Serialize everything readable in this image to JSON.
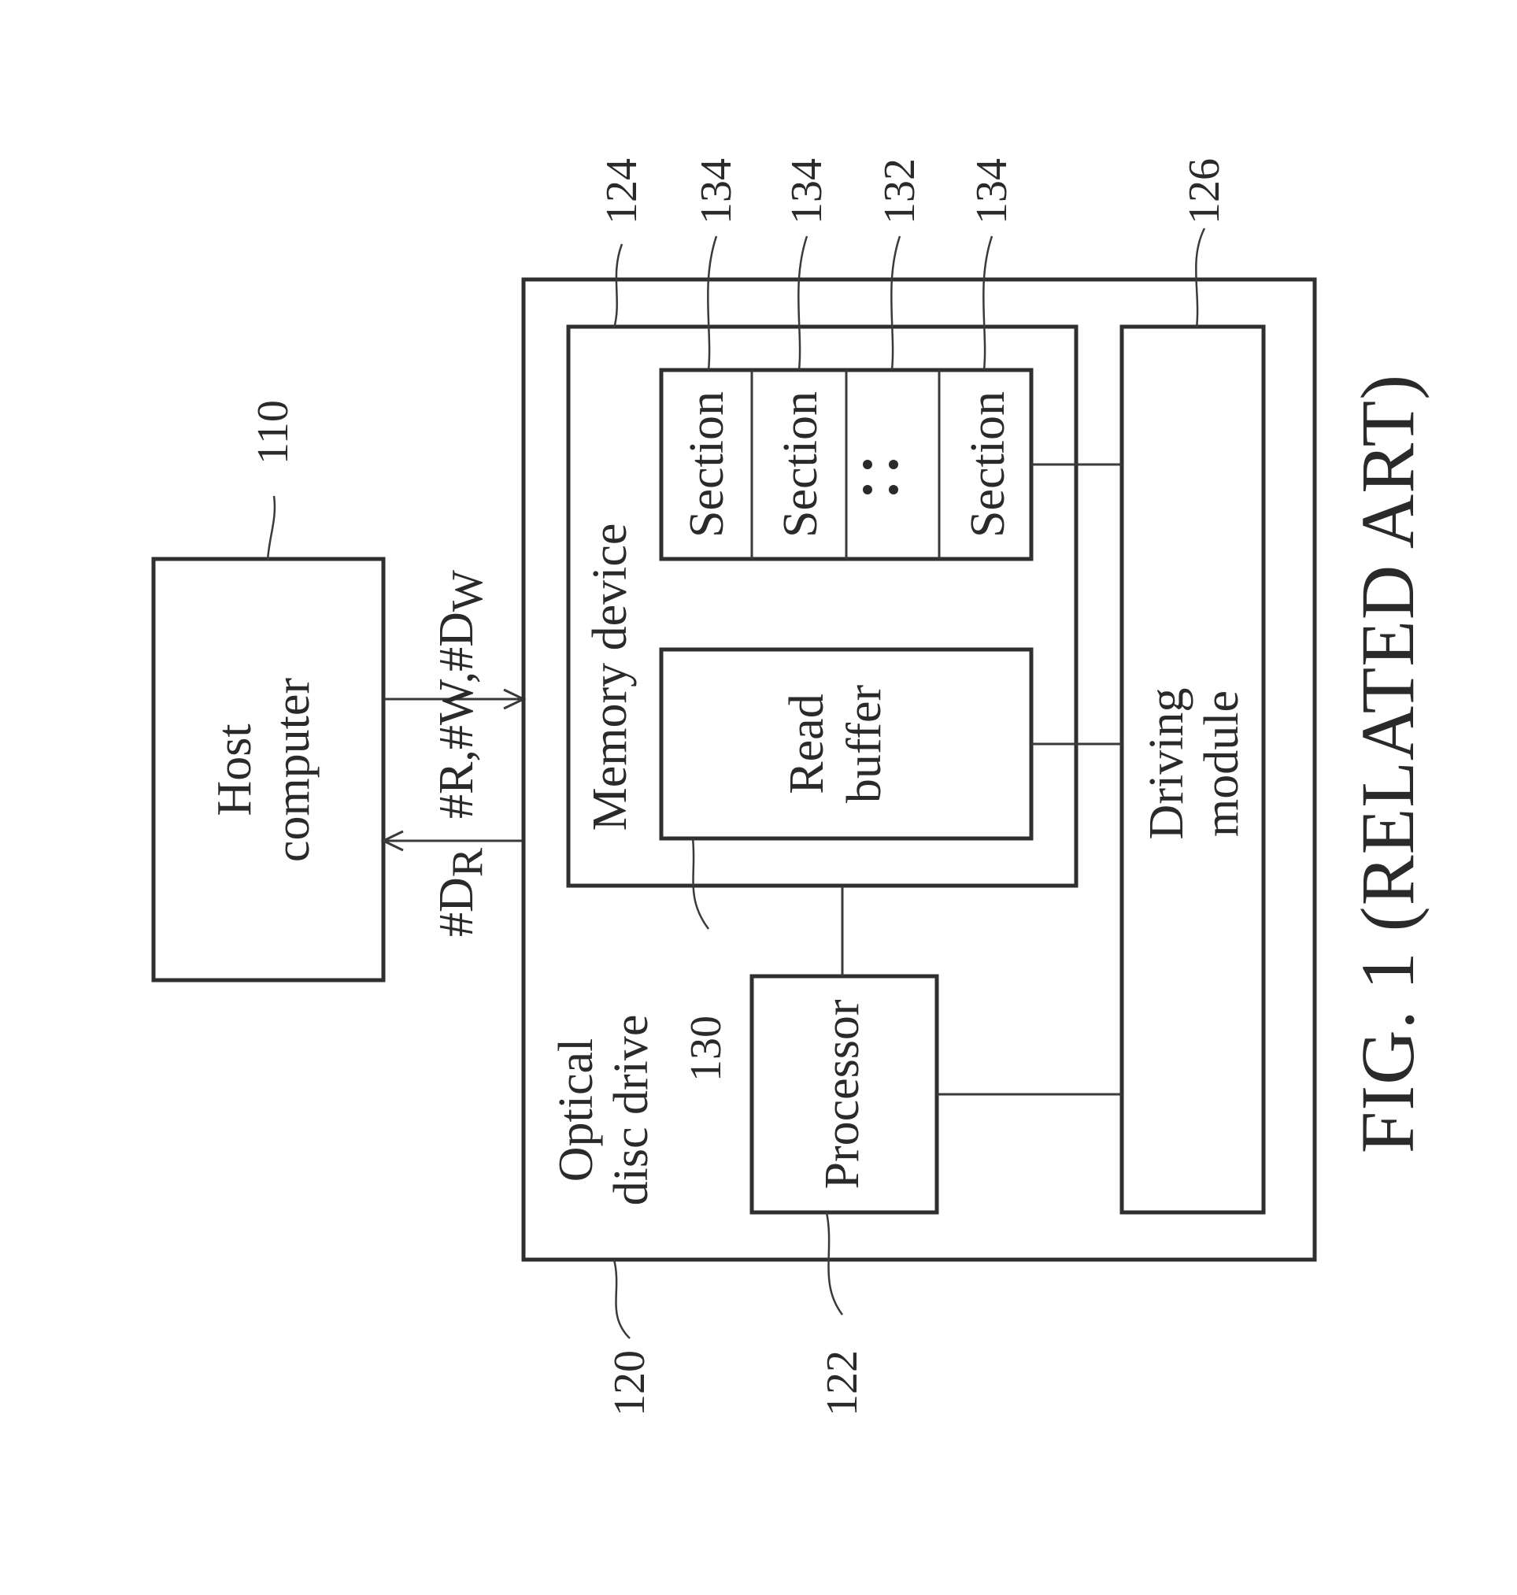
{
  "figure": {
    "title": "FIG. 1 (RELATED ART)"
  },
  "blocks": {
    "host_computer": {
      "line1": "Host",
      "line2": "computer",
      "ref": "110"
    },
    "optical_disc_drive": {
      "line1": "Optical",
      "line2": "disc drive",
      "ref": "120"
    },
    "processor": {
      "label": "Processor",
      "ref": "122"
    },
    "memory_device": {
      "label": "Memory device",
      "ref": "124"
    },
    "driving_module": {
      "line1": "Driving",
      "line2": "module",
      "ref": "126"
    },
    "read_buffer": {
      "line1": "Read",
      "line2": "buffer",
      "ref": "130"
    },
    "section_group": {
      "ref": "132",
      "ellipsis": "⋮"
    },
    "sections": [
      {
        "label": "Section",
        "ref": "134"
      },
      {
        "label": "Section",
        "ref": "134"
      },
      {
        "label": "Section",
        "ref": "134"
      }
    ]
  },
  "signals": {
    "to_drive": {
      "main": "#R,#W,#D",
      "sub": "W"
    },
    "to_host": {
      "main": "#D",
      "sub": "R"
    }
  }
}
